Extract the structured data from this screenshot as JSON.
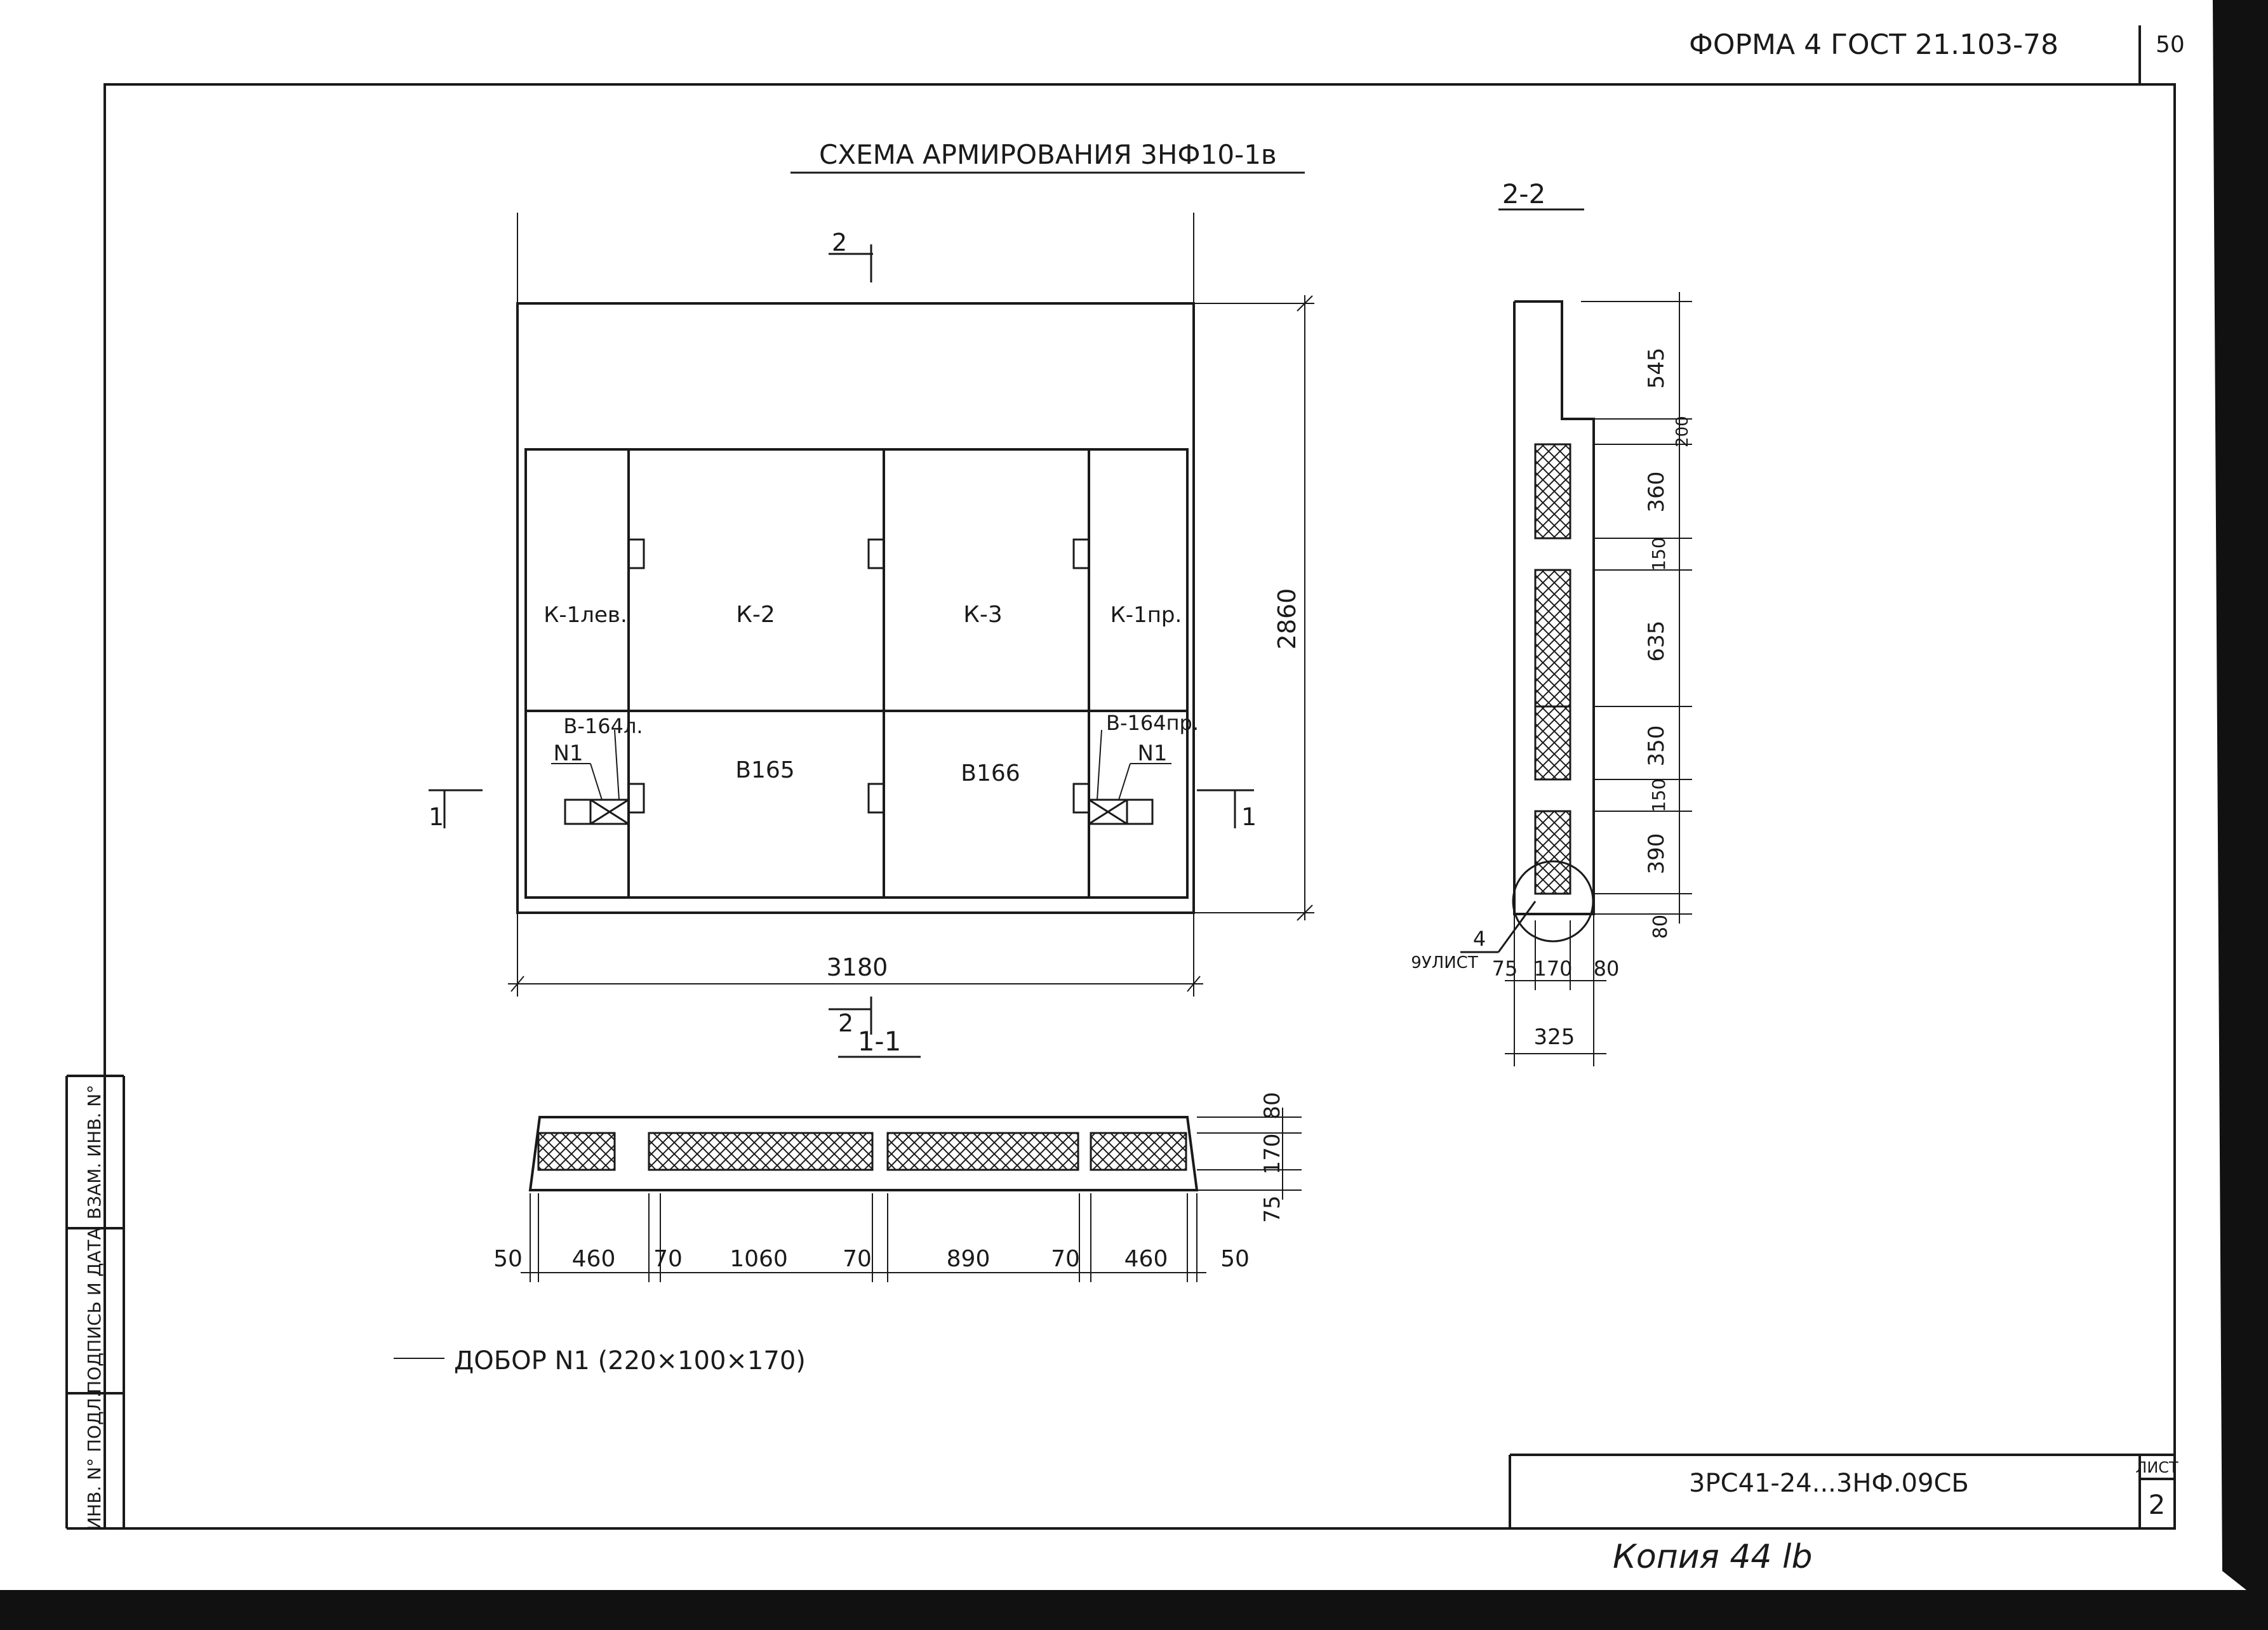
{
  "header": {
    "form_label": "ФОРМА 4 ГОСТ 21.103-78",
    "page_number": "50"
  },
  "title": "СХЕМА АРМИРОВАНИЯ 3НФ10-1в",
  "section_2_2_label": "2-2",
  "section_1_1_label": "1-1",
  "cut_marks": {
    "top": "2",
    "bottom": "2",
    "left": "1",
    "right": "1"
  },
  "panels": {
    "k1_left": "К-1лев.",
    "k2": "К-2",
    "k3": "К-3",
    "k1_right": "К-1пр.",
    "b164_left": "В-164л.",
    "b165": "В165",
    "b166": "В166",
    "b164_right": "В-164пр.",
    "n1_left": "N1",
    "n1_right": "N1"
  },
  "plan_dims": {
    "width": "3180",
    "height": "2860"
  },
  "section_1_1_dims": {
    "bottom": [
      "50",
      "460",
      "70",
      "1060",
      "70",
      "890",
      "70",
      "460",
      "50"
    ],
    "right": [
      "80",
      "170",
      "75"
    ]
  },
  "section_2_2_dims": {
    "vertical": [
      "545",
      "200",
      "360",
      "150",
      "635",
      "350",
      "150",
      "390",
      "80"
    ],
    "bottom": [
      "75",
      "170",
      "80"
    ],
    "total": "325",
    "detail_ref_number": "4",
    "detail_ref_sheet": "9УЛИСТ"
  },
  "note": "ДОБОР N1 (220×100×170)",
  "stamp": {
    "side_labels": [
      "ИНВ. N° ПОДЛ.",
      "ПОДПИСЬ И ДАТА",
      "ВЗАМ. ИНВ. N°"
    ],
    "designation": "3РС41-24...3НФ.09СБ",
    "sheet_label": "ЛИСТ",
    "sheet_number": "2"
  },
  "footer_handwriting": "Копия 44 lb"
}
